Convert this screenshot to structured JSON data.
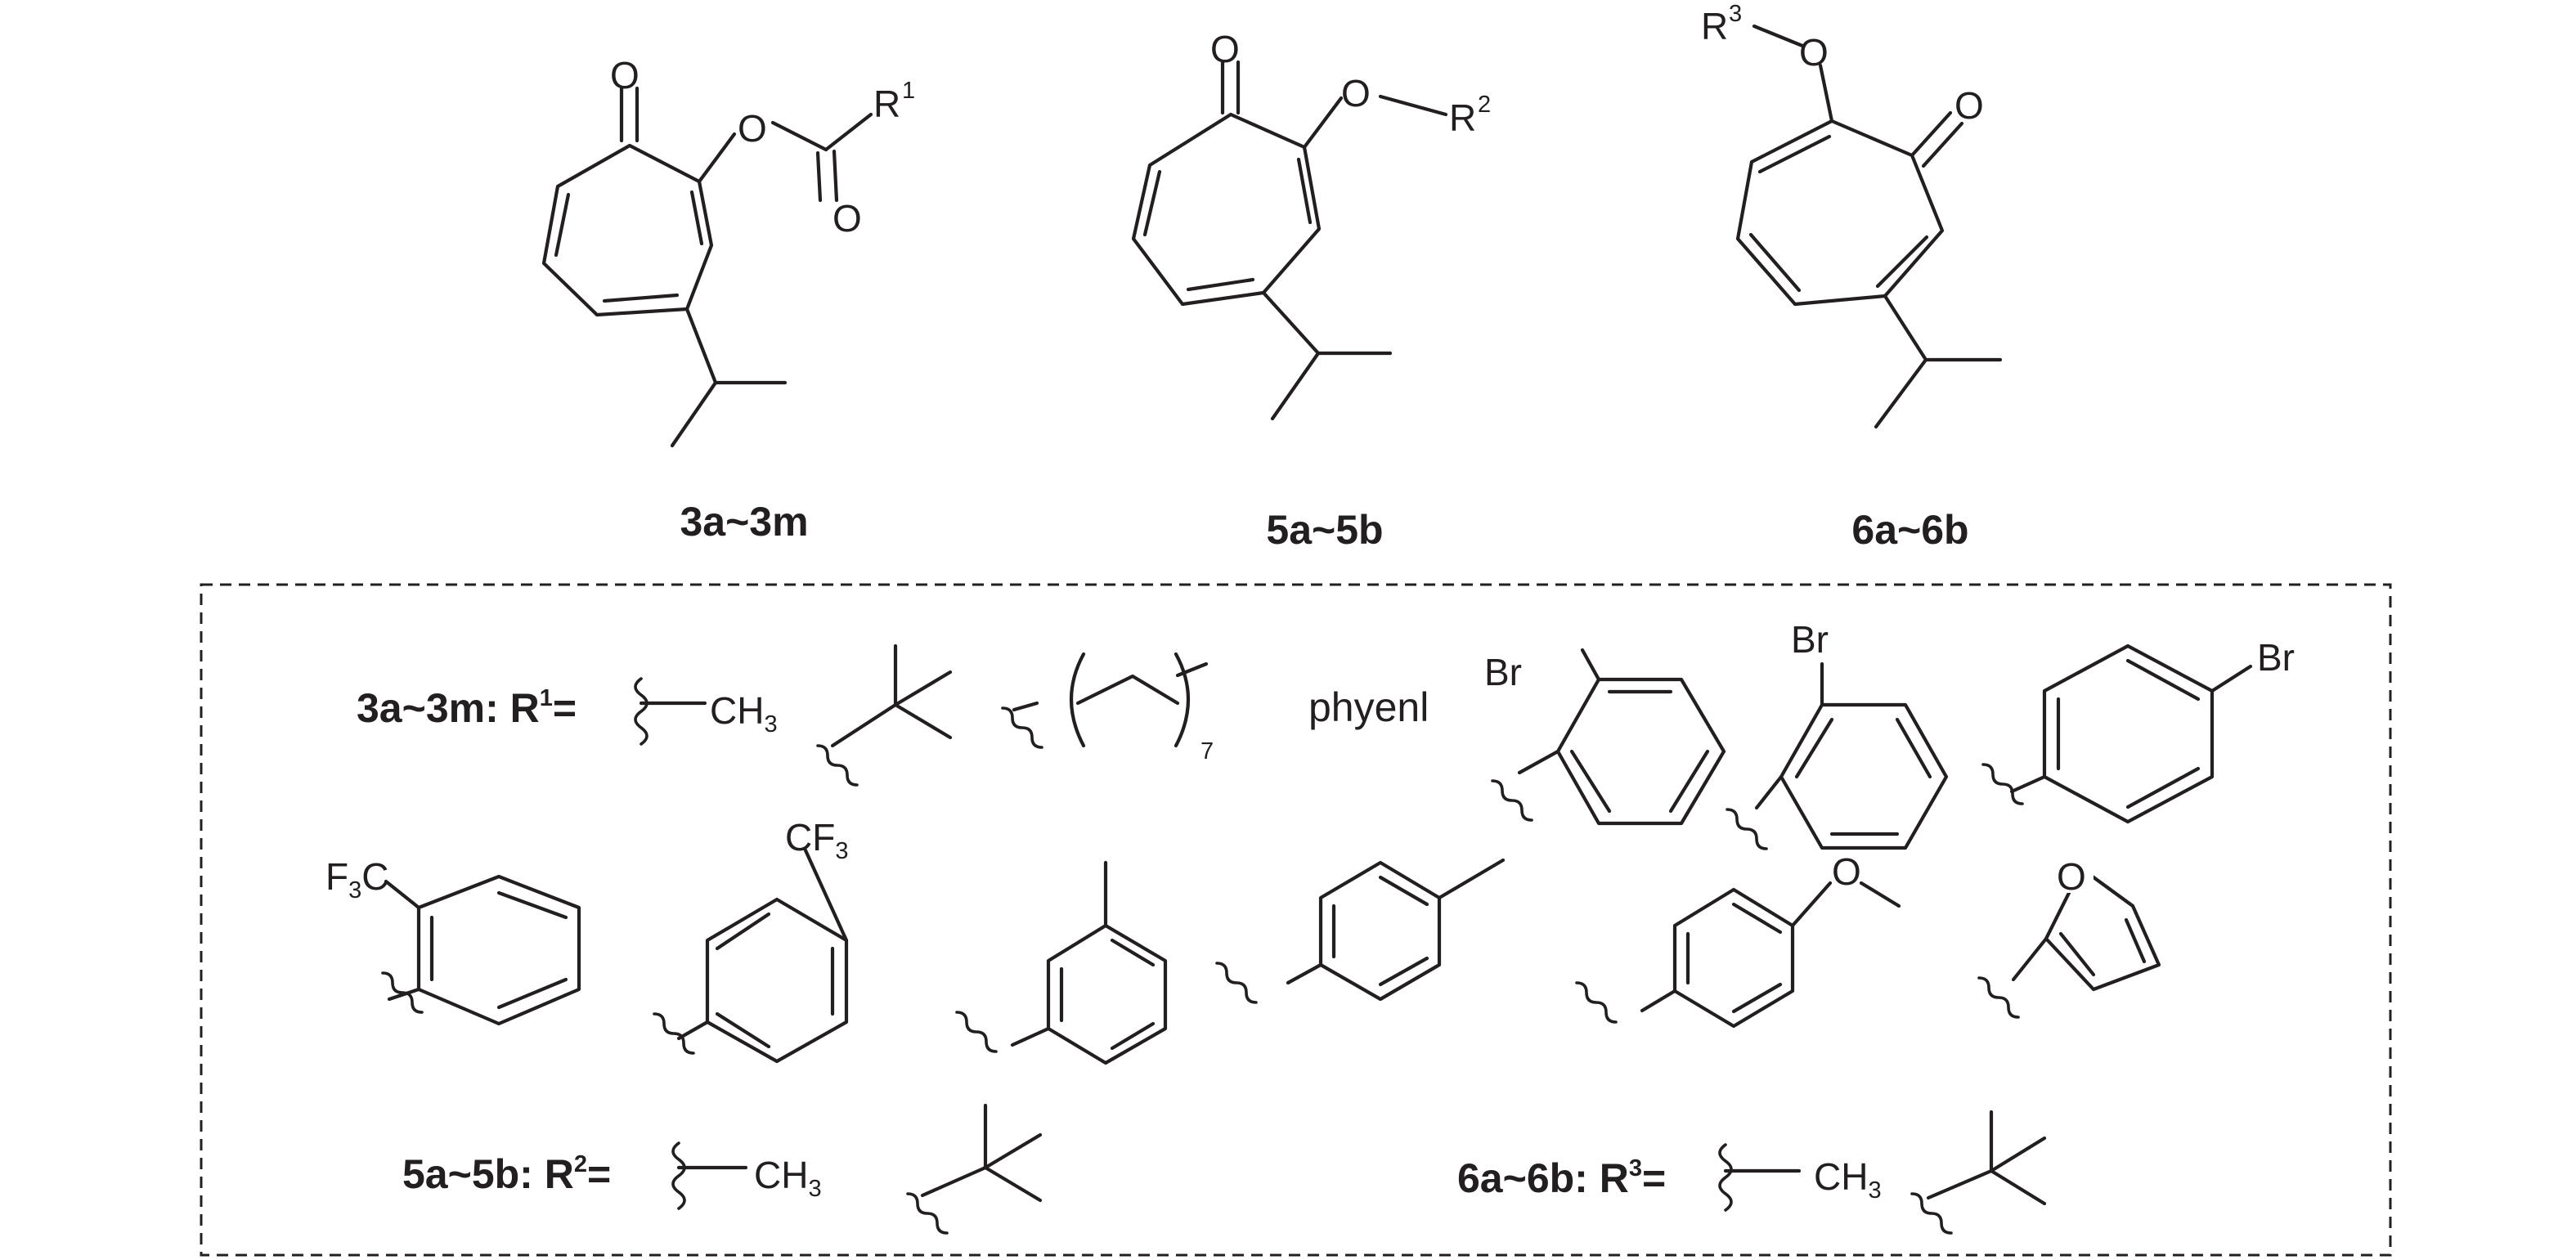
{
  "compounds": [
    {
      "label": "3a~3m",
      "R": "R",
      "sup": "1"
    },
    {
      "label": "5a~5b",
      "R": "R",
      "sup": "2"
    },
    {
      "label": "6a~6b",
      "R": "R",
      "sup": "3"
    }
  ],
  "atoms": {
    "O": "O",
    "C": "C",
    "H": "H",
    "F": "F",
    "Br": "Br"
  },
  "numbers": {
    "two": "2",
    "three": "3",
    "seven": "7"
  },
  "sub_labels": {
    "r1": {
      "prefix": "3a~3m: R",
      "sup": "1",
      "eq": "="
    },
    "r2": {
      "prefix": "5a~5b: R",
      "sup": "2",
      "eq": "="
    },
    "r3": {
      "prefix": "6a~6b: R",
      "sup": "3",
      "eq": "="
    }
  },
  "phenyl_text": "phyenl"
}
